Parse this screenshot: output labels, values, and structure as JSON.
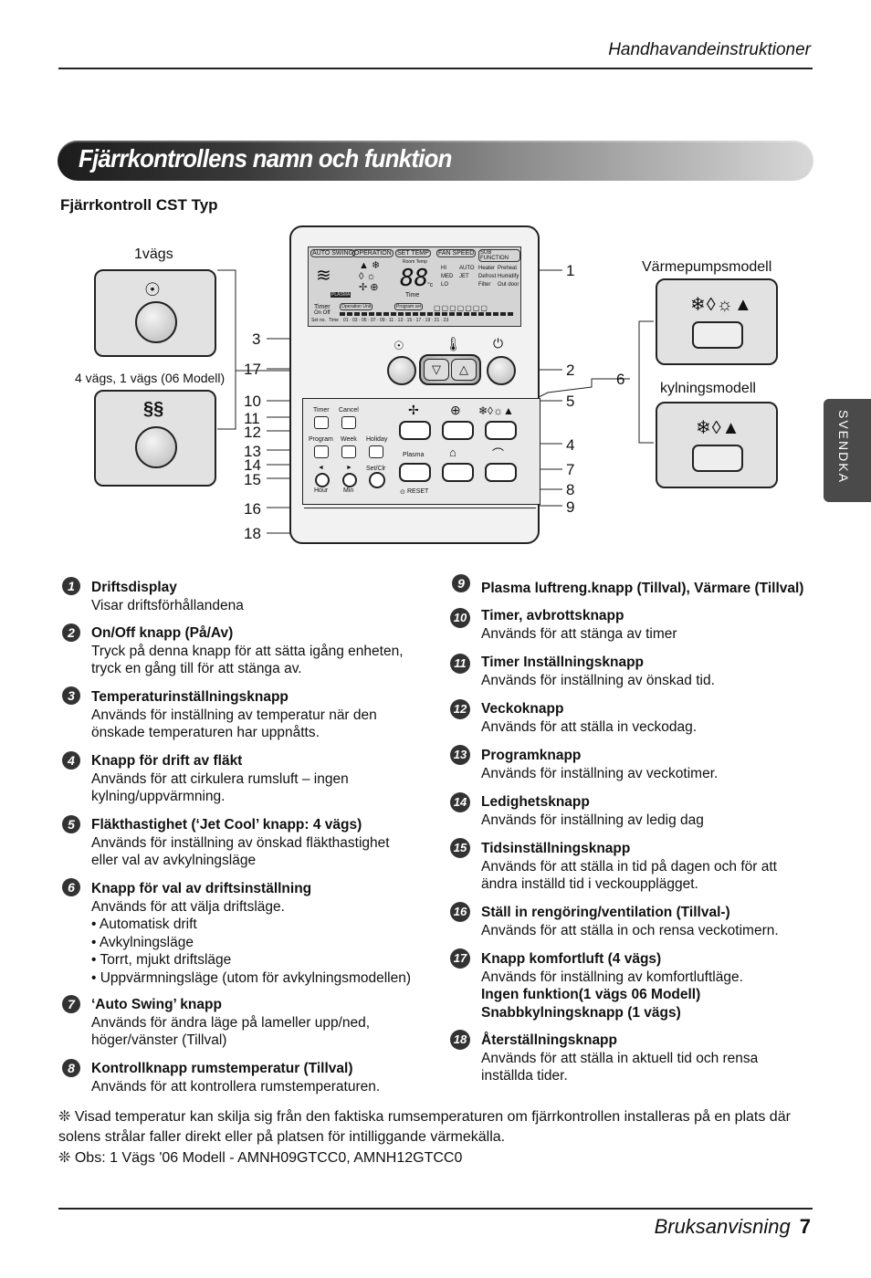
{
  "header": {
    "section": "Handhavandeinstruktioner"
  },
  "title": "Fjärrkontrollens namn och funktion",
  "subtitle": "Fjärrkontroll CST Typ",
  "side_tab": "SVENDKA",
  "figure": {
    "label_1vags": "1vägs",
    "label_4vags": "4 vägs, 1 vägs (06 Modell)",
    "label_heatpump": "Värmepumpsmodell",
    "label_cooling": "kylningsmodell",
    "callouts": [
      "1",
      "2",
      "3",
      "4",
      "5",
      "6",
      "7",
      "8",
      "9",
      "10",
      "11",
      "12",
      "13",
      "14",
      "15",
      "16",
      "17",
      "18"
    ],
    "lcd": {
      "tabs": [
        "AUTO SWING",
        "OPERATION",
        "SET TEMP",
        "FAN SPEED",
        "SUB FUNCTION"
      ],
      "room_temp": "Room Temp",
      "temp_digits": "88",
      "unit": "°c",
      "fan_hi": "HI",
      "fan_auto": "AUTO",
      "fan_med": "MED",
      "fan_jet": "JET",
      "fan_lo": "LO",
      "sub_heater": "Heater",
      "sub_preheat": "Preheat",
      "sub_defrost": "Defrost",
      "sub_humidify": "Humidify",
      "sub_filter": "Filter",
      "sub_outdoor": "Out door",
      "plasma_tag": "PLASMA",
      "time": "Time",
      "timer": "Timer",
      "on_off": "On Off",
      "operation_unit": "Operation Unit",
      "program_set": "Program set",
      "set_no": "Set no.",
      "time_small": "Time",
      "hours": "01 · 03 · 05 · 07 · 09 · 11 · 13 · 15 · 17 · 19 · 21 · 23"
    },
    "panel": {
      "timer": "Timer",
      "cancel": "Cancel",
      "program": "Program",
      "week": "Week",
      "holiday": "Holiday",
      "set_clr": "Set/Clr",
      "hour": "Hour",
      "min": "Min",
      "plasma": "Plasma",
      "reset": "RESET"
    }
  },
  "items_left": [
    {
      "n": "1",
      "title": "Driftsdisplay",
      "body": "Visar driftsförhållandena"
    },
    {
      "n": "2",
      "title": "On/Off knapp (På/Av)",
      "body": "Tryck på denna knapp för att sätta igång enheten, tryck en gång till för att stänga av."
    },
    {
      "n": "3",
      "title": "Temperaturinställningsknapp",
      "body": "Används för inställning av temperatur när den önskade temperaturen har uppnåtts."
    },
    {
      "n": "4",
      "title": "Knapp för drift av fläkt",
      "body": "Används för att cirkulera rumsluft – ingen kylning/uppvärmning."
    },
    {
      "n": "5",
      "title": "Fläkthastighet (‘Jet Cool’ knapp: 4 vägs)",
      "body": "Används för inställning av önskad fläkthastighet eller val av avkylningsläge"
    },
    {
      "n": "6",
      "title": "Knapp för val av driftsinställning",
      "body": "Används för att välja driftsläge.",
      "bullets": [
        "• Automatisk drift",
        "• Avkylningsläge",
        "• Torrt, mjukt driftsläge",
        "• Uppvärmningsläge (utom för avkylningsmodellen)"
      ]
    },
    {
      "n": "7",
      "title": "‘Auto Swing’ knapp",
      "body": "Används för ändra läge på lameller upp/ned, höger/vänster (Tillval)"
    },
    {
      "n": "8",
      "title": "Kontrollknapp rumstemperatur (Tillval)",
      "body": "Används för att kontrollera rumstemperaturen."
    }
  ],
  "items_right": [
    {
      "n": "9",
      "title": "Plasma luftreng.knapp (Tillval), Värmare (Tillval)",
      "body": ""
    },
    {
      "n": "10",
      "title": "Timer, avbrottsknapp",
      "body": "Används för att stänga av timer"
    },
    {
      "n": "11",
      "title": "Timer Inställningsknapp",
      "body": "Används för inställning av önskad tid."
    },
    {
      "n": "12",
      "title": "Veckoknapp",
      "body": "Används för att ställa in veckodag."
    },
    {
      "n": "13",
      "title": "Programknapp",
      "body": "Används för inställning av veckotimer."
    },
    {
      "n": "14",
      "title": "Ledighetsknapp",
      "body": "Används för inställning av ledig dag"
    },
    {
      "n": "15",
      "title": "Tidsinställningsknapp",
      "body": "Används för att ställa in tid på dagen och för att ändra inställd tid i veckoupplägget."
    },
    {
      "n": "16",
      "title": "Ställ in rengöring/ventilation (Tillval-)",
      "body": "Används för att ställa in och rensa veckotimern."
    },
    {
      "n": "17",
      "title": "Knapp komfortluft (4 vägs)",
      "body": "Används för inställning av komfortluftläge.",
      "bold_lines": [
        "Ingen funktion(1 vägs 06 Modell)",
        "Snabbkylningsknapp (1 vägs)"
      ]
    },
    {
      "n": "18",
      "title": "Återställningsknapp",
      "body": "Används för att ställa in aktuell tid och rensa inställda tider."
    }
  ],
  "notes": [
    "❊ Visad temperatur kan skilja sig från den faktiska rumsemperaturen om fjärrkontrollen installeras på en plats där solens strålar faller direkt eller på platsen för intilliggande värmekälla.",
    "❊ Obs: 1 Vägs '06 Modell - AMNH09GTCC0, AMNH12GTCC0"
  ],
  "footer": {
    "manual": "Bruksanvisning",
    "page": "7"
  }
}
